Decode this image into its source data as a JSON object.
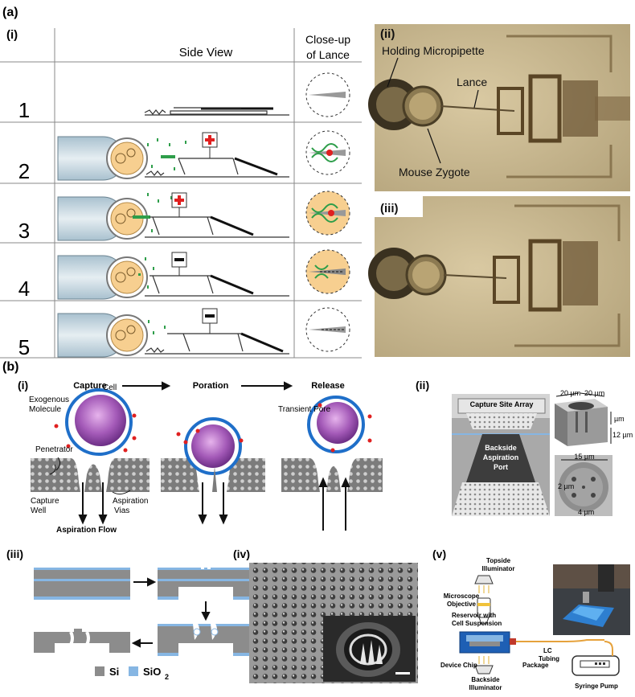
{
  "panel_a": {
    "label": "(a)",
    "sub_i": "(i)",
    "sub_ii": "(ii)",
    "sub_iii": "(iii)",
    "col_side": "Side View",
    "col_close_1": "Close-up",
    "col_close_2": "of Lance",
    "rows": [
      "1",
      "2",
      "3",
      "4",
      "5"
    ],
    "photo_labels": {
      "holding": "Holding Micropipette",
      "lance": "Lance",
      "zygote": "Mouse Zygote"
    }
  },
  "panel_b": {
    "label": "(b)",
    "i": {
      "label": "(i)",
      "steps": [
        "Capture",
        "Poration",
        "Release"
      ],
      "exogenous": [
        "Exogenous",
        "Molecule"
      ],
      "cell": "Cell",
      "penetrator": "Penetrator",
      "capture_well": [
        "Capture",
        "Well"
      ],
      "aspiration_vias": [
        "Aspiration",
        "Vias"
      ],
      "aspiration_flow": "Aspiration Flow",
      "transient_pore": "Transient Pore"
    },
    "ii": {
      "label": "(ii)",
      "array": "Capture Site Array",
      "backside": [
        "Backside",
        "Aspiration",
        "Port"
      ],
      "dim_20a": "20 µm",
      "dim_20b": "20 µm",
      "dim_um": "µm",
      "dim_12": "12 µm",
      "dim_15": "15 µm",
      "dim_2": "2 µm",
      "dim_4": "4 µm"
    },
    "iii": {
      "label": "(iii)",
      "legend_si": "Si",
      "legend_sio2": "SiO",
      "legend_sub": "2"
    },
    "iv": {
      "label": "(iv)"
    },
    "v": {
      "label": "(v)",
      "topside": [
        "Topside",
        "Illuminator"
      ],
      "objective": [
        "Microscope",
        "Objective"
      ],
      "reservoir": [
        "Reservoir with",
        "Cell Suspension"
      ],
      "device": "Device Chip",
      "backside": [
        "Backside",
        "Illuminator"
      ],
      "package": "Package",
      "lc": [
        "LC",
        "Tubing"
      ],
      "pump": "Syringe Pump"
    }
  },
  "colors": {
    "si": "#8c8c8c",
    "sio2": "#86b6e3",
    "plus": "#e02020",
    "cyto": "#f7cf90",
    "dna": "#2e9e4a",
    "cell_blue": "#1f6fc9",
    "nucleus": "#9b4db3"
  }
}
